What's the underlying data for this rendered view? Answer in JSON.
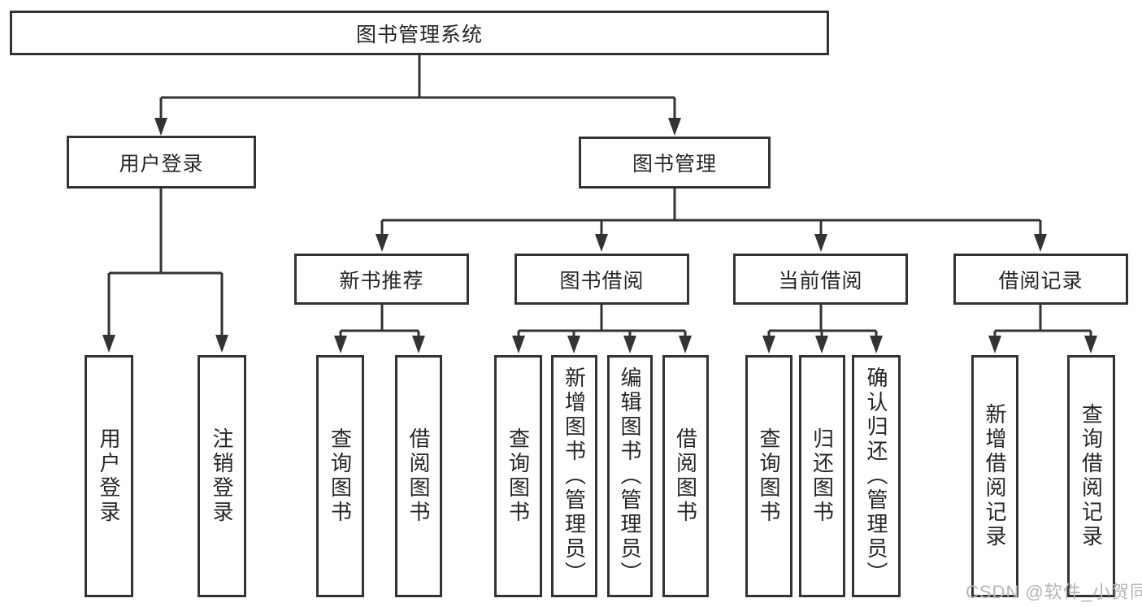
{
  "diagram": {
    "root": {
      "label": "图书管理系统"
    },
    "branches": [
      {
        "label": "用户登录",
        "children": [
          {
            "label": "用户登录"
          },
          {
            "label": "注销登录"
          }
        ]
      },
      {
        "label": "图书管理",
        "children": [
          {
            "label": "新书推荐",
            "children": [
              {
                "label": "查询图书"
              },
              {
                "label": "借阅图书"
              }
            ]
          },
          {
            "label": "图书借阅",
            "children": [
              {
                "label": "查询图书"
              },
              {
                "label": "新增图书（管理员）"
              },
              {
                "label": "编辑图书（管理员）"
              },
              {
                "label": "借阅图书"
              }
            ]
          },
          {
            "label": "当前借阅",
            "children": [
              {
                "label": "查询图书"
              },
              {
                "label": "归还图书"
              },
              {
                "label": "确认归还（管理员）"
              }
            ]
          },
          {
            "label": "借阅记录",
            "children": [
              {
                "label": "新增借阅记录"
              },
              {
                "label": "查询借阅记录"
              }
            ]
          }
        ]
      }
    ]
  },
  "watermark": {
    "text": "CSDN @软件_小贺同学"
  },
  "colors": {
    "line": "#333333",
    "text": "#262626",
    "box_bg": "#ffffff",
    "page_bg": "#ffffff",
    "watermark": "#b5b5b5"
  }
}
